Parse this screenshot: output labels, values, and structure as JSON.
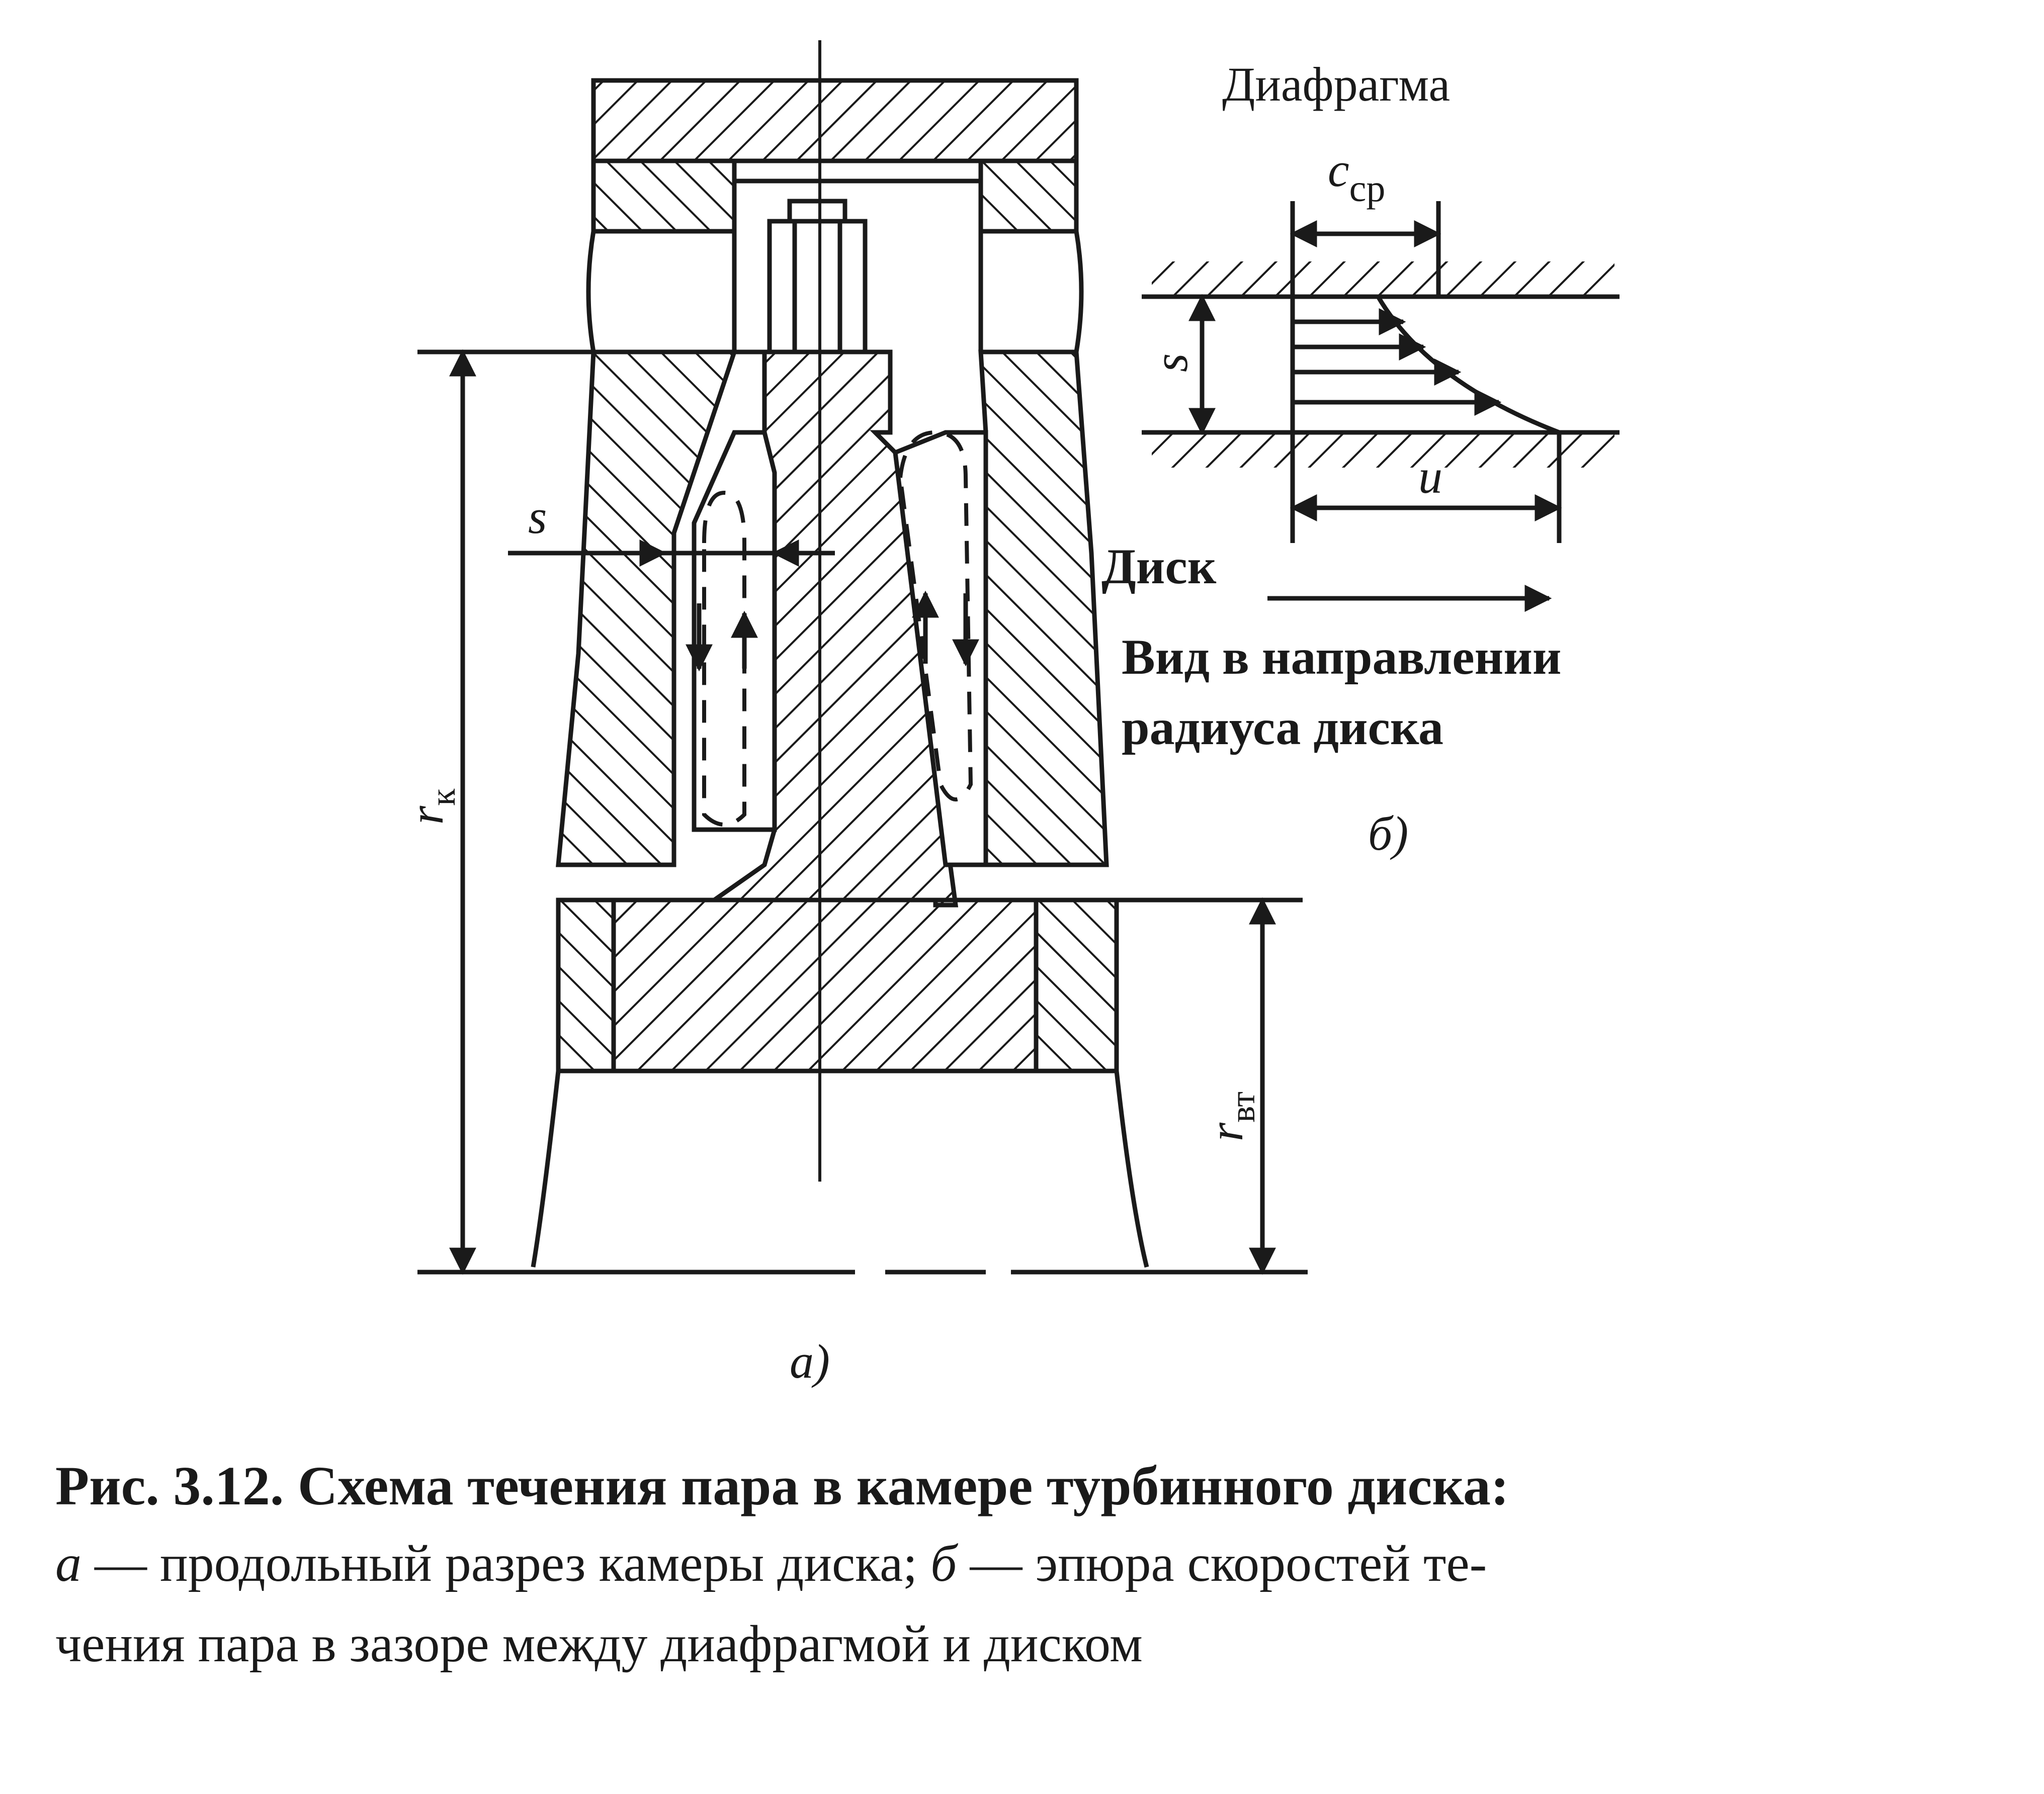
{
  "colors": {
    "ink": "#1a1a1a",
    "background": "#ffffff"
  },
  "diagram_a": {
    "label_s": "s",
    "label_rk": "r",
    "label_rk_sub": "к",
    "label_rvt": "r",
    "label_rvt_sub": "вт",
    "panel_label": "а)"
  },
  "diagram_b": {
    "title_diaphragm": "Диафрагма",
    "label_c": "c",
    "label_c_sub": "ср",
    "label_s": "s",
    "label_u": "u",
    "label_disk": "Диск",
    "view_line1": "Вид в направлении",
    "view_line2": "радиуса диска",
    "panel_label": "б)"
  },
  "caption": {
    "title": "Рис. 3.12. Схема течения пара в камере турбинного диска:",
    "a_letter": "а",
    "a_text": " — продольный разрез камеры диска; ",
    "b_letter": "б",
    "b_text": " — эпюра скоростей те-",
    "line2": "чения пара в зазоре между диафрагмой и диском"
  }
}
